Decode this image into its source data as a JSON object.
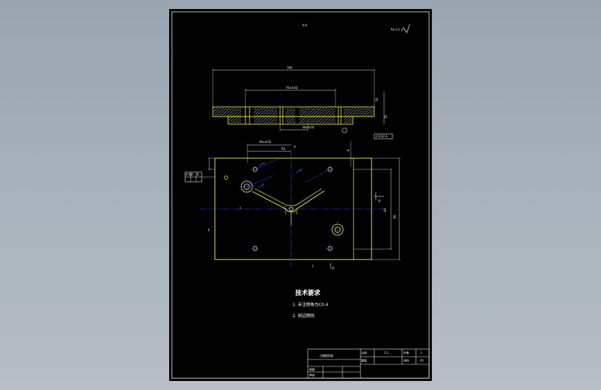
{
  "colors": {
    "background": "#a3acb7",
    "sheet": "#000000",
    "part_outline": "#ffff66",
    "dimension": "#ffffff",
    "hidden_detail": "#3355ff",
    "centerline": "#3355ff",
    "frame": "#ffffff"
  },
  "sheet": {
    "section_label": "A-A",
    "roughness_note": "Ra 3.2",
    "surface_symbol": "other"
  },
  "section_view": {
    "overall_dim": "100",
    "inner_dim": "70±0.02",
    "height_dim_a": "20",
    "height_dim_b": "10",
    "bottom_dim": "36±0.02",
    "gdt_frame": "// 0.02 A"
  },
  "plan_view": {
    "dim_top_a": "40±0.02",
    "dim_top_b": "R3",
    "dim_top_c": "4",
    "dim_right_a": "60",
    "dim_right_b": "90",
    "dim_left": "A",
    "datum_mark": "B",
    "callouts": [
      "2-M8",
      "2-φ8",
      "4-M6",
      "2-φ6"
    ],
    "bottom_marks": [
      "C",
      "D"
    ],
    "left_mark": "E",
    "left_table": [
      "0.01",
      "A",
      "B"
    ]
  },
  "tech_req": {
    "title": "技术要求",
    "items": [
      "1. 未注倒角为C0.4",
      "2. 锐边倒钝"
    ]
  },
  "title_block": {
    "part_name": "凸模固定板",
    "cells": [
      "比例",
      "1:1",
      "件数",
      "1"
    ],
    "cells2": [
      "重量",
      "",
      "材料",
      "45"
    ],
    "designer": "制图",
    "reviewer": "审核"
  }
}
